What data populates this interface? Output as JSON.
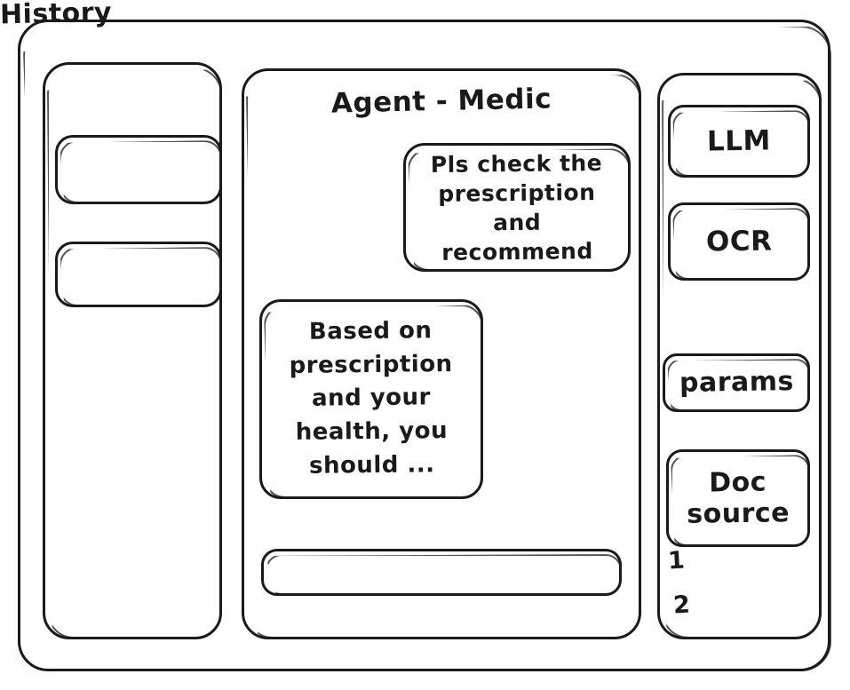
{
  "colors": {
    "ink": "#1a1a1a",
    "background": "#ffffff"
  },
  "window": {
    "name": "agent-chat-wireframe"
  },
  "sidebar": {
    "title": "History",
    "items": [
      {
        "label": ""
      },
      {
        "label": ""
      }
    ]
  },
  "main": {
    "title": "Agent - Medic",
    "messages": [
      {
        "role": "user",
        "text": "Pls check the\nprescription\nand recommend"
      },
      {
        "role": "assistant",
        "text": "Based on\nprescription\nand your\nhealth, you\nshould ..."
      }
    ],
    "composer": {
      "value": "",
      "placeholder": ""
    }
  },
  "tools": {
    "buttons": [
      {
        "label": "LLM"
      },
      {
        "label": "OCR"
      },
      {
        "label": "params"
      },
      {
        "label": "Doc\nsource"
      }
    ],
    "doc_sources": [
      {
        "label": "1"
      },
      {
        "label": "2"
      }
    ]
  }
}
